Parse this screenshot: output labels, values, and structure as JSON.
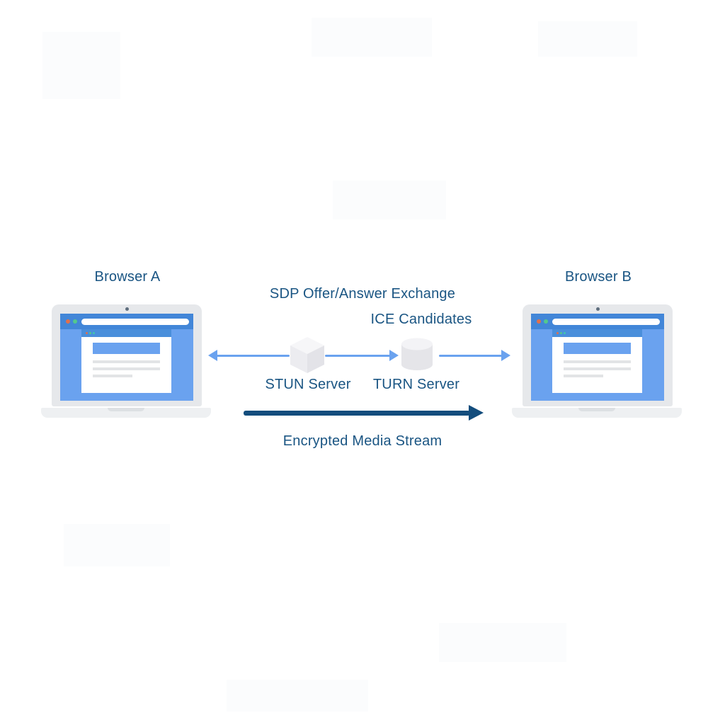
{
  "nodes": {
    "browser_a": "Browser A",
    "browser_b": "Browser B",
    "stun": "STUN Server",
    "turn": "TURN Server"
  },
  "connections": {
    "sdp": "SDP Offer/Answer Exchange",
    "ice": "ICE Candidates",
    "media": "Encrypted Media Stream"
  },
  "icons": {
    "stun": "cube-3d-icon",
    "turn": "cylinder-database-icon",
    "signaling_arrows": "blue-horizontal-arrows",
    "media_arrow": "navy-thick-right-arrow"
  },
  "colors": {
    "label-blue": "#1a5583",
    "arrow-blue": "#6aa2ef",
    "arrow-navy": "#134d7d",
    "screen-blue": "#6aa2ef",
    "bar-blue": "#4286d8",
    "window-bar-blue": "#4a8fdb",
    "bezel-gray": "#e6e8eb",
    "base-gray": "#eef0f2",
    "notch-gray": "#dde0e3",
    "content-line-gray": "#e2e4e6",
    "icon-top-gray": "#f6f6f8",
    "icon-left-gray": "#ececf0",
    "icon-right-gray": "#e3e3e8",
    "icon-body-gray": "#e5e5e9",
    "dot-red": "#e0704d",
    "dot-green": "#53c98c",
    "dot-teal": "#41c6ad",
    "webcam-gray": "#5f6e7e"
  }
}
